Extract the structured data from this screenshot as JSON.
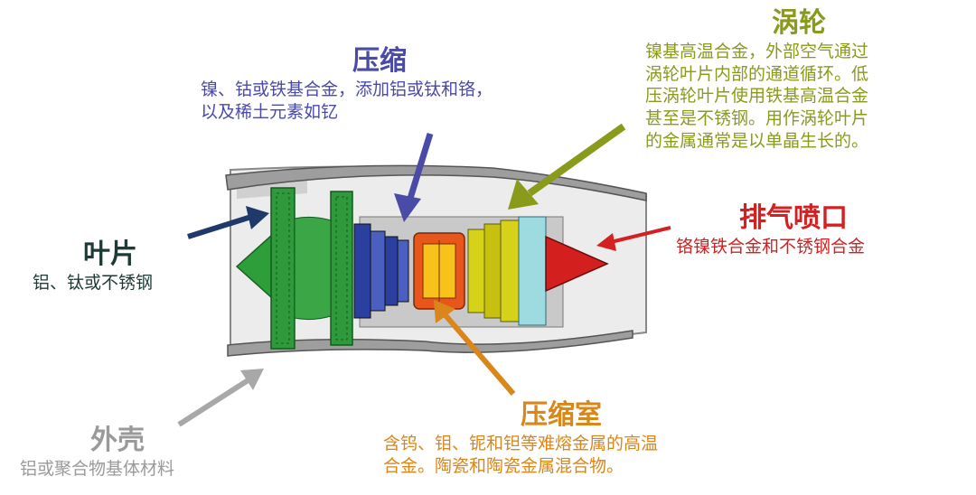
{
  "labels": {
    "compress": {
      "title": "压缩",
      "desc": "镍、钴或铁基合金，添加铝或钛和铬，\n以及稀土元素如钇"
    },
    "turbine": {
      "title": "涡轮",
      "desc": "镍基高温合金，外部空气通过\n涡轮叶片内部的通道循环。低\n压涡轮叶片使用铁基高温合金\n甚至是不锈钢。用作涡轮叶片\n的金属通常是以单晶生长的。"
    },
    "exhaust": {
      "title": "排气喷口",
      "desc": "铬镍铁合金和不锈钢合金"
    },
    "blade": {
      "title": "叶片",
      "desc": "铝、钛或不锈钢"
    },
    "casing": {
      "title": "外壳",
      "desc": "铝或聚合物基体材料"
    },
    "chamber": {
      "title": "压缩室",
      "desc": "含钨、钼、铌和钽等难熔金属的高温\n合金。陶瓷和陶瓷金属混合物。"
    }
  },
  "colors": {
    "compress": "#4a4aa8",
    "turbine": "#8a9a1a",
    "exhaust": "#d42020",
    "blade": "#1f3a52",
    "casing": "#a0a0a0",
    "chamber": "#d9861a"
  }
}
